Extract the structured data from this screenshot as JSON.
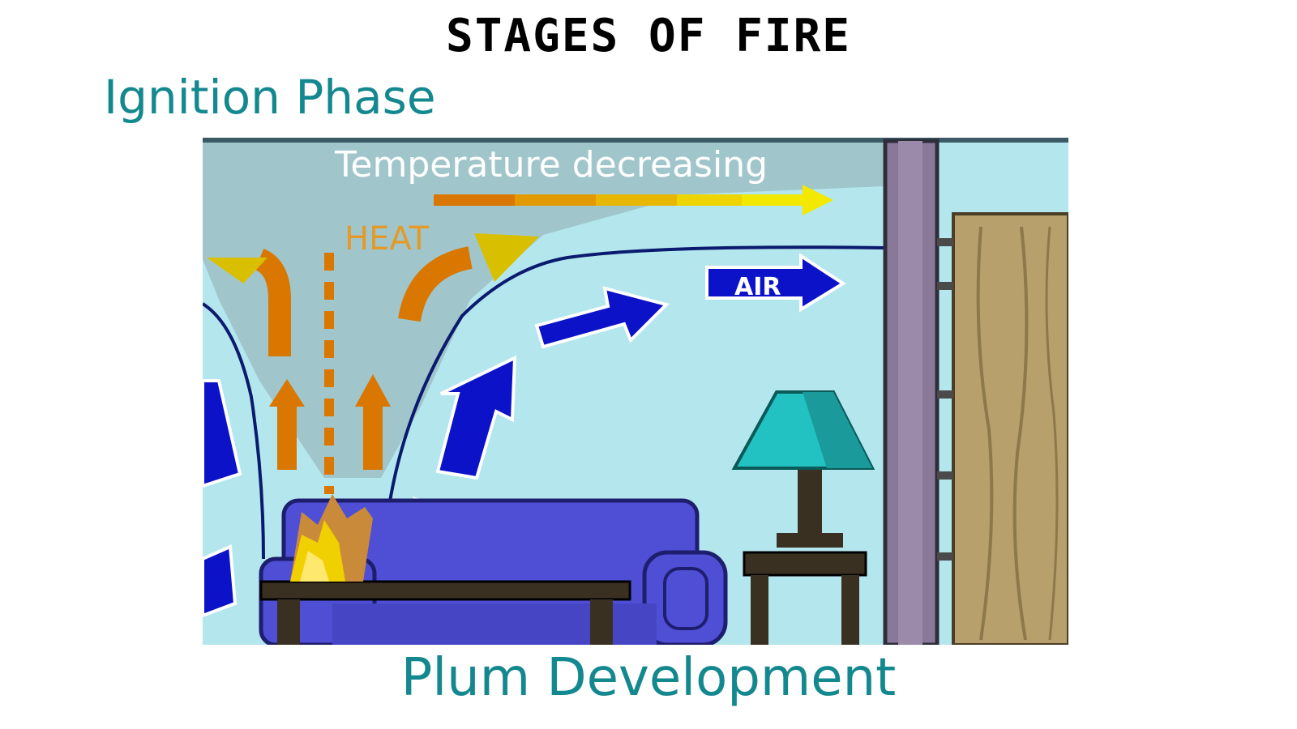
{
  "title": "STAGES OF FIRE",
  "phase_label": "Ignition Phase",
  "footer_label": "Plum Development",
  "scene": {
    "temperature_label": "Temperature decreasing",
    "heat_label": "HEAT",
    "air_label": "AIR"
  },
  "colors": {
    "heading_teal": "#14888f",
    "room_wall": "#b4e6ee",
    "smoke": "#9fc4c8",
    "heat_orange": "#d97700",
    "air_blue": "#0c12c8",
    "sofa_purple": "#4f4fd6",
    "door_tan": "#b7a06c",
    "lamp_shade": "#22c2c2"
  },
  "icons": [
    "fire-icon",
    "sofa-icon",
    "lamp-icon",
    "door-icon",
    "arrow-icon"
  ]
}
